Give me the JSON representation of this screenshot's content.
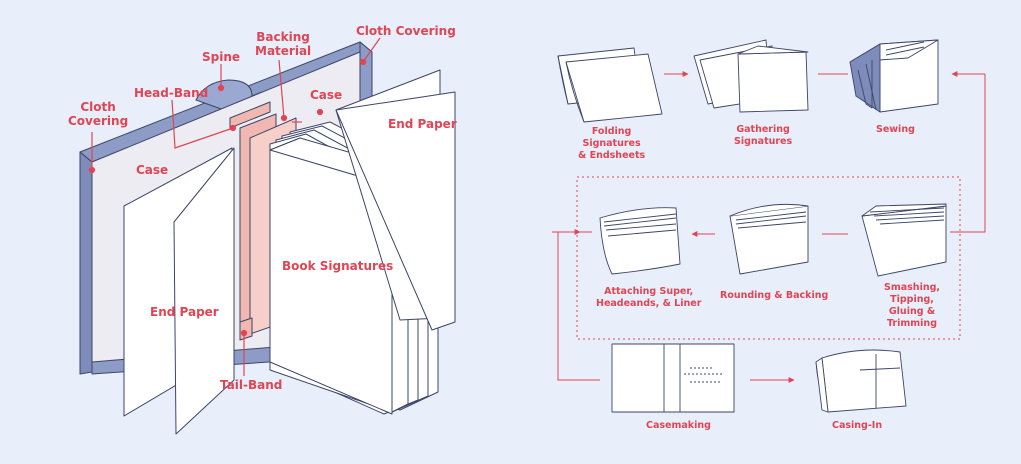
{
  "anatomy": {
    "cloth_covering_right": "Cloth Covering",
    "spine": "Spine",
    "backing_material": "Backing\nMaterial",
    "head_band": "Head-Band",
    "case_right": "Case",
    "cloth_covering_left": "Cloth\nCovering",
    "end_paper_right": "End Paper",
    "case_left": "Case",
    "book_signatures": "Book Signatures",
    "end_paper_left": "End Paper",
    "tail_band": "Tail-Band"
  },
  "process": {
    "folding": "Folding\nSignatures\n& Endsheets",
    "gathering": "Gathering\nSignatures",
    "sewing": "Sewing",
    "smashing": "Smashing,\nTipping,\nGluing &\nTrimming",
    "rounding": "Rounding & Backing",
    "attaching": "Attaching Super,\nHeadeands, & Liner",
    "casemaking": "Casemaking",
    "casing_in": "Casing-In"
  },
  "colors": {
    "background": "#e8eefa",
    "accent": "#e04554",
    "cloth": "#8d9cc7",
    "backing": "#f0b8b0",
    "outline": "#3c4566"
  }
}
